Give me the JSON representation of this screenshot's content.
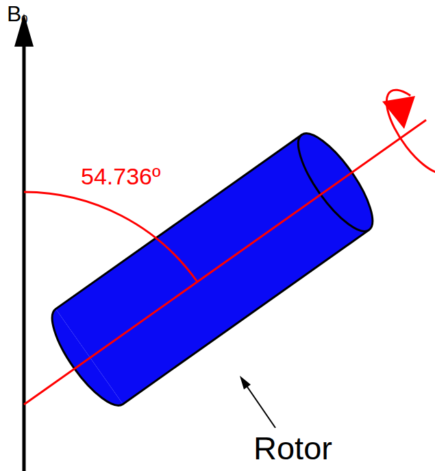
{
  "diagram": {
    "labels": [
      "B",
      "0",
      "54.736º",
      "Rotor"
    ]
  }
}
